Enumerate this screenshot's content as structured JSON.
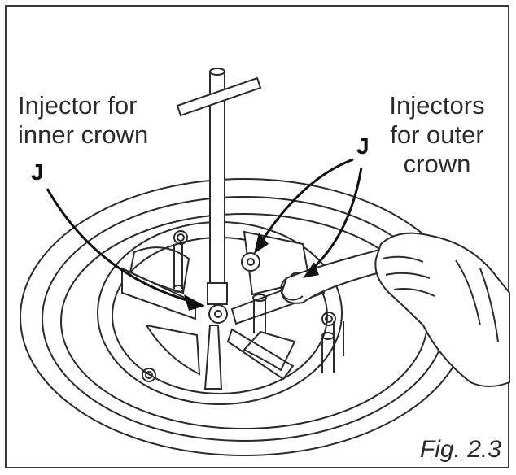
{
  "labels": {
    "inner_injector_line1": "Injector for",
    "inner_injector_line2": "inner crown",
    "outer_injectors_line1": "Injectors",
    "outer_injectors_line2": "for outer",
    "outer_injectors_line3": "crown",
    "marker_inner": "J",
    "marker_outer": "J"
  },
  "figure_caption": "Fig. 2.3",
  "colors": {
    "line": "#2b2b2b",
    "fill": "#ffffff"
  },
  "icons": {
    "tool": "t-handle-socket-wrench-icon",
    "hand": "gloved-hand-icon"
  }
}
